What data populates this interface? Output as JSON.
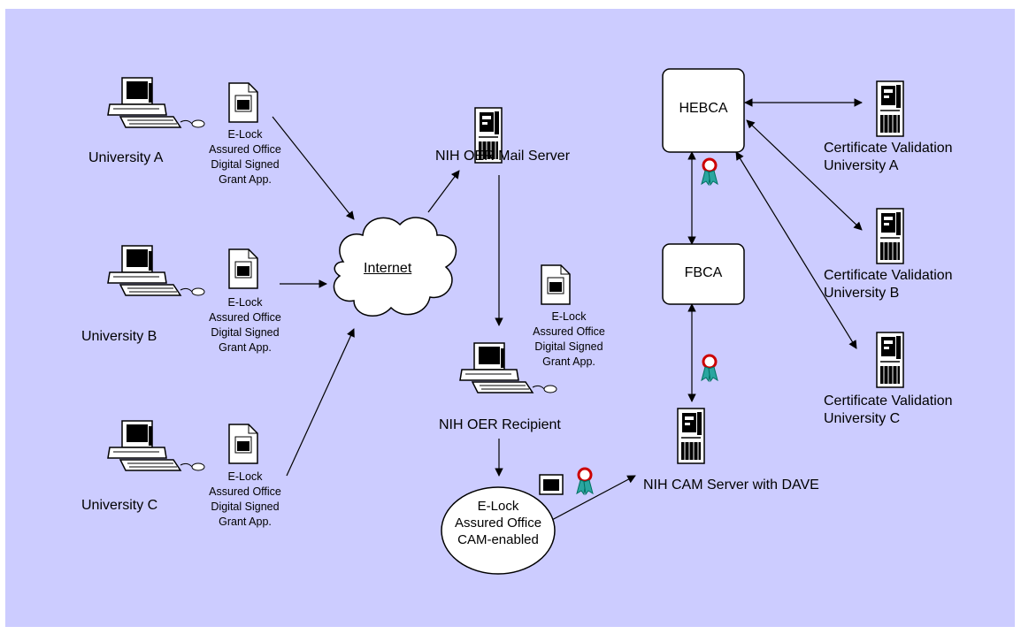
{
  "colors": {
    "background": "#ccccff",
    "line": "#000000",
    "box_fill": "#ffffff"
  },
  "universities": [
    {
      "name": "University A",
      "doc_lines": [
        "E-Lock",
        "Assured Office",
        "Digital Signed",
        "Grant App."
      ]
    },
    {
      "name": "University B",
      "doc_lines": [
        "E-Lock",
        "Assured Office",
        "Digital Signed",
        "Grant App."
      ]
    },
    {
      "name": "University C",
      "doc_lines": [
        "E-Lock",
        "Assured Office",
        "Digital Signed",
        "Grant App."
      ]
    }
  ],
  "internet": {
    "label": "Internet"
  },
  "mail_server": {
    "label": "NIH OER Mail Server"
  },
  "recipient": {
    "label": "NIH OER Recipient",
    "doc_lines": [
      "E-Lock",
      "Assured Office",
      "Digital Signed",
      "Grant App."
    ]
  },
  "elock_oval": {
    "lines": [
      "E-Lock",
      "Assured Office",
      "CAM-enabled"
    ]
  },
  "cam_server": {
    "label": "NIH CAM Server with DAVE"
  },
  "hebca": {
    "label": "HEBCA"
  },
  "fbca": {
    "label": "FBCA"
  },
  "validators": [
    {
      "line1": "Certificate Validation",
      "line2": "University A"
    },
    {
      "line1": "Certificate Validation",
      "line2": "University B"
    },
    {
      "line1": "Certificate Validation",
      "line2": "University C"
    }
  ]
}
